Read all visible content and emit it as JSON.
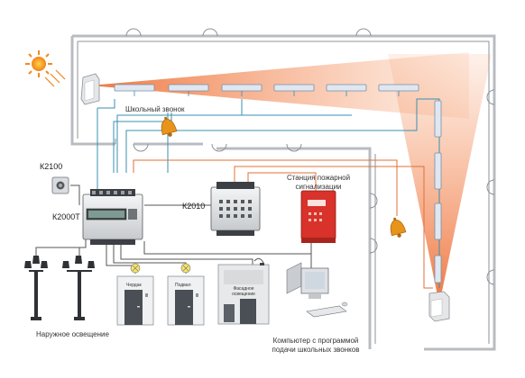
{
  "labels": {
    "school_bell": "Школьный звонок",
    "k2100": "К2100",
    "k2000t": "К2000Т",
    "k2010": "К2010",
    "fire_station": "Станция пожарной сигнализации",
    "outdoor_lighting": "Наружное освещение",
    "computer": "Компьютер с программой подачи школьных звонков",
    "attic": "Чердак",
    "basement": "Подвал",
    "facade": "Фасадное освещение"
  },
  "colors": {
    "wall": "#b8bcc0",
    "beam": "#f08a50",
    "wire_blue": "#3a8fb0",
    "wire_orange": "#e0703a",
    "wire_dark": "#555555",
    "lamp_bar": "#dfe8f2",
    "bell": "#e8941a",
    "panel_red": "#d8322a",
    "sun": "#f28a1e"
  },
  "icons": [
    "sun-icon",
    "bell-icon",
    "motion-sensor-icon",
    "lamp-post-icon",
    "door-icon",
    "computer-icon",
    "light-bulb-icon"
  ]
}
